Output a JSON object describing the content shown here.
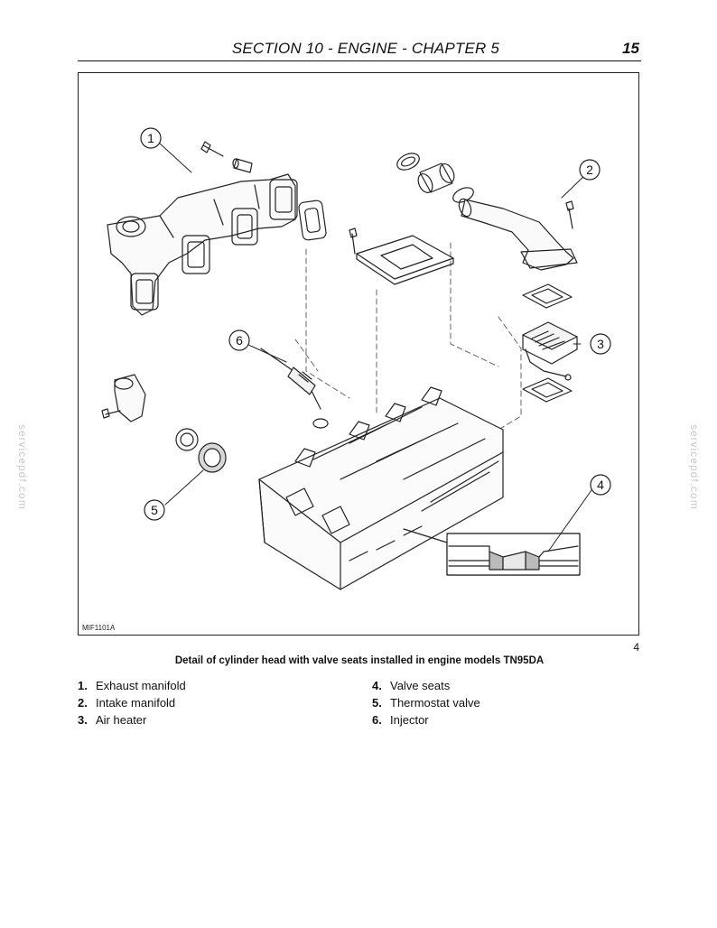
{
  "header": {
    "title": "SECTION 10 - ENGINE - CHAPTER 5",
    "page": "15"
  },
  "figure": {
    "code": "MIF1101A",
    "number": "4",
    "callouts": [
      "1",
      "2",
      "3",
      "4",
      "5",
      "6"
    ],
    "caption": "Detail of cylinder head with valve seats installed in engine models TN95DA"
  },
  "legend": {
    "left": [
      {
        "num": "1.",
        "label": "Exhaust manifold"
      },
      {
        "num": "2.",
        "label": "Intake manifold"
      },
      {
        "num": "3.",
        "label": "Air heater"
      }
    ],
    "right": [
      {
        "num": "4.",
        "label": "Valve seats"
      },
      {
        "num": "5.",
        "label": "Thermostat valve"
      },
      {
        "num": "6.",
        "label": "Injector"
      }
    ]
  },
  "watermark": "servicepdf.com"
}
